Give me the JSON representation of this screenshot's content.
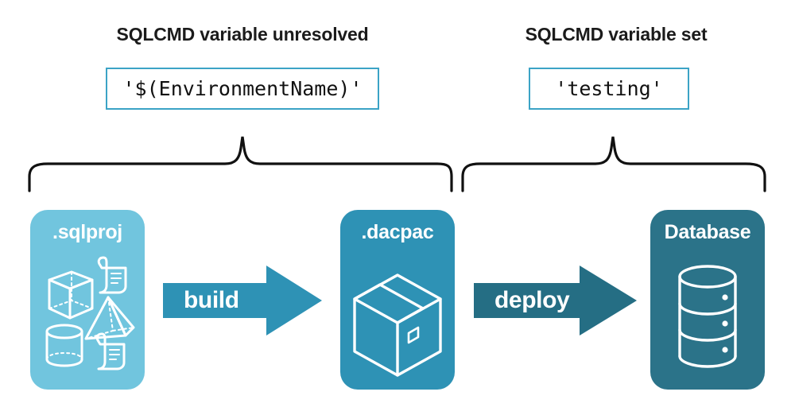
{
  "diagram": {
    "title_left": "SQLCMD variable unresolved",
    "title_right": "SQLCMD variable set",
    "code_left": "'$(EnvironmentName)'",
    "code_right": "'testing'",
    "boxes": [
      {
        "label": ".sqlproj",
        "color": "#71c5de",
        "icons": [
          "cube-icon",
          "scroll-icon",
          "pyramid-icon",
          "cylinder-icon",
          "scroll-icon"
        ]
      },
      {
        "label": ".dacpac",
        "color": "#2e92b5",
        "icons": [
          "package-box-icon"
        ]
      },
      {
        "label": "Database",
        "color": "#2b7389",
        "icons": [
          "database-cylinder-icon"
        ]
      }
    ],
    "arrows": [
      {
        "label": "build",
        "color": "#2e92b5"
      },
      {
        "label": "deploy",
        "color": "#256e84"
      }
    ],
    "colors": {
      "code_border": "#3ba3c6",
      "brace": "#111111",
      "text": "#1b1b1b",
      "box_light": "#71c5de",
      "box_mid": "#2e92b5",
      "box_dark": "#2b7389",
      "arrow_build": "#2e92b5",
      "arrow_deploy": "#256e84",
      "background": "#ffffff"
    }
  }
}
